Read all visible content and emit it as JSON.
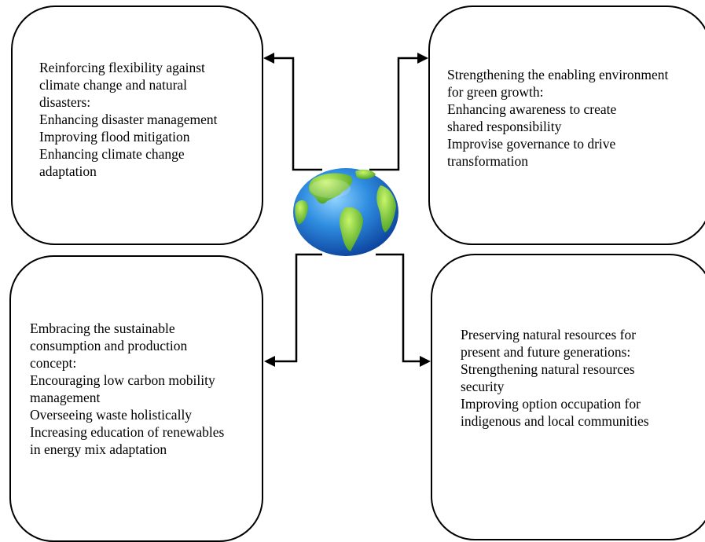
{
  "diagram": {
    "center": {
      "icon": "globe-icon"
    },
    "boxes": {
      "top_left": {
        "lines": [
          "Reinforcing flexibility against",
          "climate change and natural",
          "disasters:",
          "Enhancing disaster management",
          "Improving flood mitigation",
          "Enhancing climate change",
          "adaptation"
        ]
      },
      "top_right": {
        "lines": [
          "Strengthening the enabling environment",
          "for green growth:",
          "Enhancing awareness to create",
          "shared responsibility",
          "Improvise governance to drive",
          "transformation"
        ]
      },
      "bottom_left": {
        "lines": [
          "Embracing the sustainable",
          "consumption and production",
          "concept:",
          "Encouraging low carbon mobility",
          "management",
          "Overseeing waste holistically",
          "Increasing education of renewables",
          "in energy mix adaptation"
        ]
      },
      "bottom_right": {
        "lines": [
          "Preserving natural resources for",
          "present and future generations:",
          "Strengthening natural resources",
          "security",
          "Improving option occupation for",
          "indigenous and local communities"
        ]
      }
    }
  }
}
